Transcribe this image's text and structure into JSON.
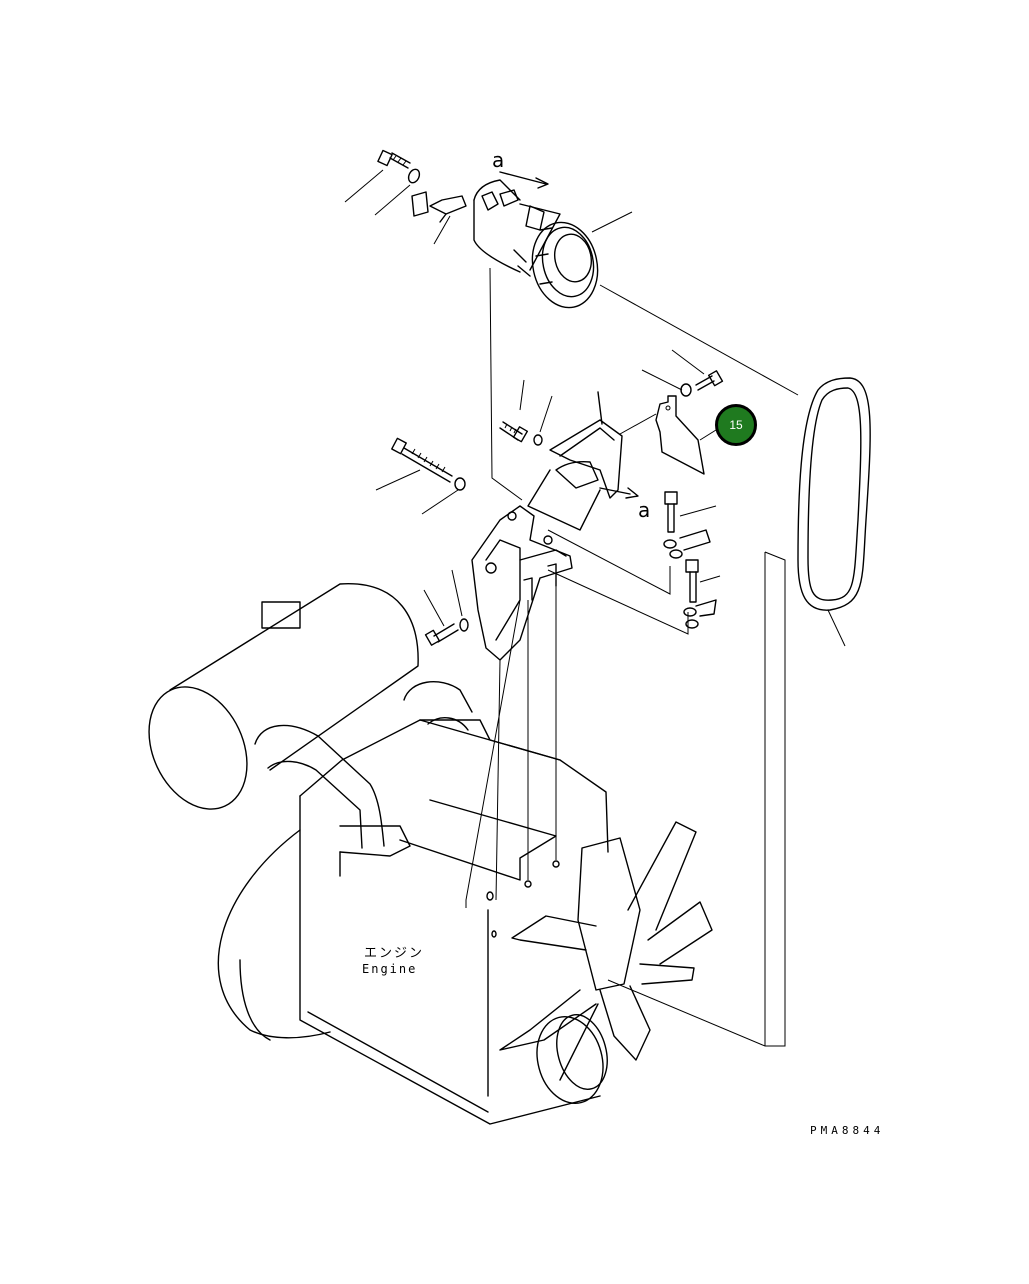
{
  "labels": {
    "view_arrow_top": "a",
    "view_arrow_mid": "a",
    "engine_jp": "エンジン",
    "engine_en": "Engine",
    "drawing_code": "PMA8844"
  },
  "callouts": [
    {
      "number": "15",
      "color": "#1f7a1f"
    }
  ]
}
